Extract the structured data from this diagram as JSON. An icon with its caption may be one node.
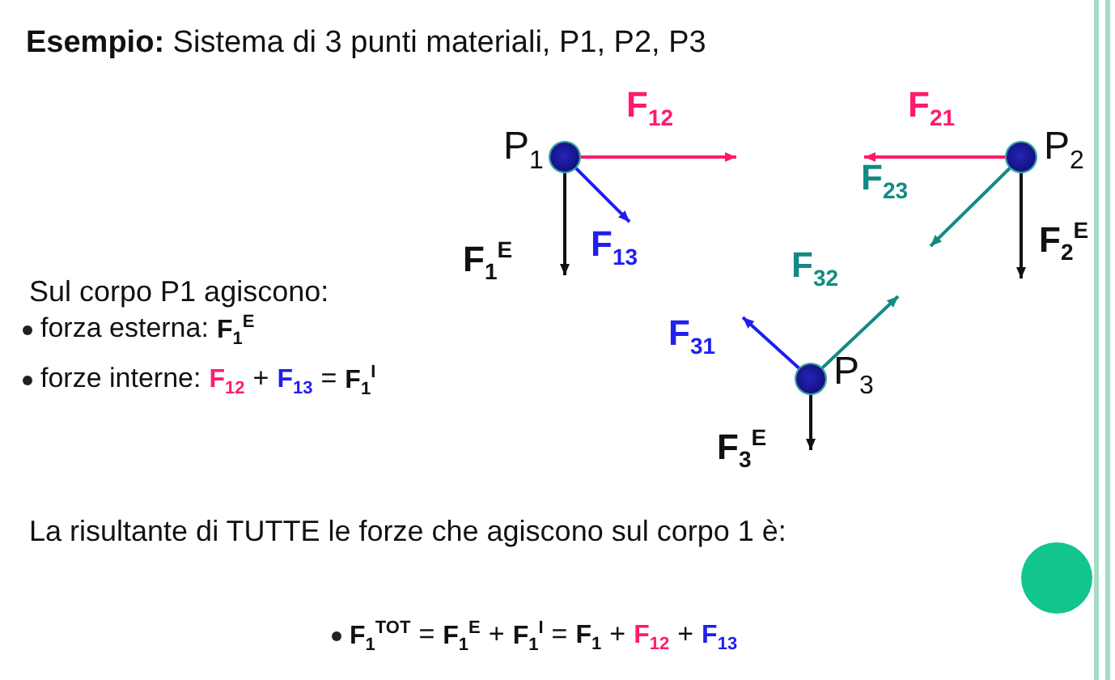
{
  "diagram": {
    "title": "**Esempio:** Sistema di 3 punti materiali, P1, P2, P3",
    "nodes": [
      {
        "text": [],
        "shape": "circle",
        "beside": [
          "P$_{1}$"
        ]
      },
      {
        "text": [],
        "shape": "circle",
        "beside": [
          "P$_{2}$"
        ]
      },
      {
        "text": [],
        "shape": "circle",
        "beside": [
          "P$_{3}$"
        ]
      }
    ],
    "labels": [
      "F$_{12}$",
      "F$_{21}$",
      "F$_{23}$",
      "F$_{2}$$^{E}$",
      "F$_{1}$$^{E}$",
      "F$_{13}$",
      "F$_{32}$",
      "Sul corpo P1 agiscono:",
      "F$_{31}$",
      "forza esterna:",
      "F$_{1}$$^{E}$",
      "forze interne:",
      "F$_{12}$",
      "+",
      "F$_{13}$",
      "=",
      "F$_{1}$$^{I}$",
      "F$_{3}$$^{E}$",
      "La risultante di TUTTE le forze che agiscono sul corpo 1 è:",
      "F$_{1}$$^{TOT}$",
      "=",
      "F$_{1}$$^{E}$",
      "+",
      "F$_{1}$$^{I}$",
      "=",
      "F$_{1}$",
      "+",
      "F$_{12}$",
      "+",
      "F$_{13}$"
    ]
  }
}
